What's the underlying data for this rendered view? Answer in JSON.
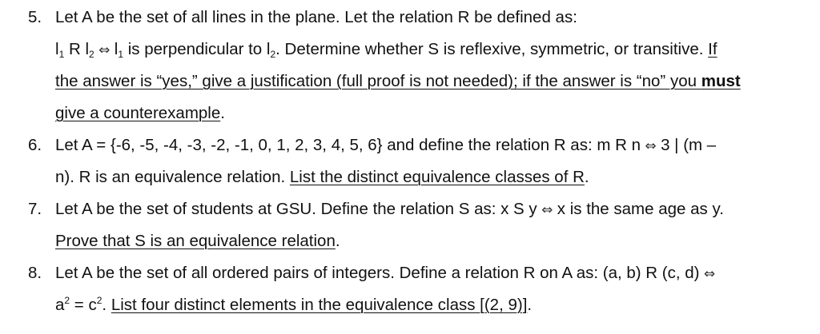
{
  "problems": [
    {
      "number": "5.",
      "lines": {
        "l1": "Let A be the set of all lines in the plane. Let the relation R be defined as:",
        "l2_pre_a": "l",
        "l2_sub1": "1",
        "l2_pre_b": " R l",
        "l2_sub2": "2",
        "l2_arrow": " ⇔ ",
        "l2_c": "l",
        "l2_sub3": "1",
        "l2_d": " is perpendicular to l",
        "l2_sub4": "2",
        "l2_e": ". Determine whether S is reflexive, symmetric, or transitive. ",
        "l2_u": "If",
        "l3_u": "the answer is “yes,” give a justification (full proof is not needed); if the answer is “no” you ",
        "l3_b": "must",
        "l4_u": "give a counterexample",
        "l4_end": "."
      }
    },
    {
      "number": "6.",
      "lines": {
        "l1_a": "Let A = {-6, -5, -4, -3, -2, -1, 0, 1, 2, 3, 4, 5, 6} and define the relation R as: m R n",
        "l1_arrow": " ⇔ ",
        "l1_b": "3 | (m –",
        "l2_a": "n). R is an equivalence relation. ",
        "l2_u": "List the distinct equivalence classes of R",
        "l2_end": "."
      }
    },
    {
      "number": "7.",
      "lines": {
        "l1_a": "Let A be the set of students at GSU. Define the relation S as: x S y",
        "l1_arrow": " ⇔ ",
        "l1_b": "x is the same age as y.",
        "l2_u": "Prove that S is an equivalence relation",
        "l2_end": "."
      }
    },
    {
      "number": "8.",
      "lines": {
        "l1_a": "Let A be the set of all ordered pairs of integers. Define a relation R on A as: (a, b) R (c, d)",
        "l1_arrow": " ⇔",
        "l2_a": "a",
        "l2_sup1": "2",
        "l2_b": " = c",
        "l2_sup2": "2",
        "l2_c": ". ",
        "l2_u": "List four distinct elements in the equivalence class [(2, 9)]",
        "l2_end": "."
      }
    }
  ]
}
